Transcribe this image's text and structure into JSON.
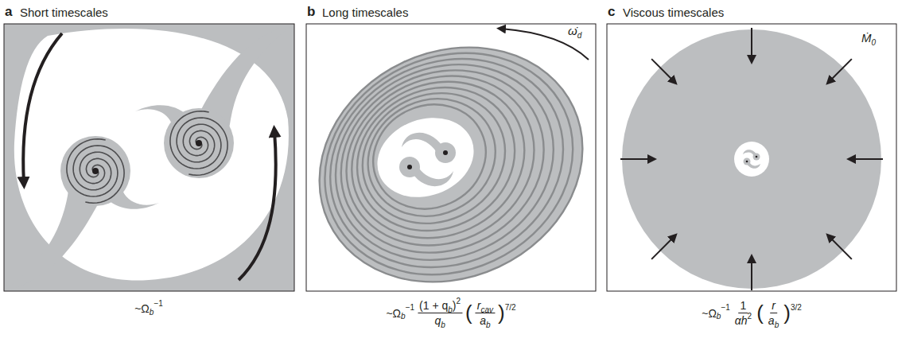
{
  "diagram": {
    "labels": [
      "a",
      "Short timescales",
      "b",
      "Long timescales",
      "c",
      "Viscous timescales",
      "ω̇",
      "d",
      "Ṁ",
      "0",
      "~Ω",
      "b",
      "−1",
      "~Ω",
      "b",
      "−1",
      "(1 + q",
      "b",
      ")",
      "2",
      "q",
      "b",
      "(",
      "r",
      "cav",
      "a",
      "b",
      ")",
      "7/2",
      "~Ω",
      "b",
      "−1",
      "1",
      "αh",
      "2",
      "(",
      "r",
      "a",
      "b",
      ")",
      "3/2"
    ]
  }
}
